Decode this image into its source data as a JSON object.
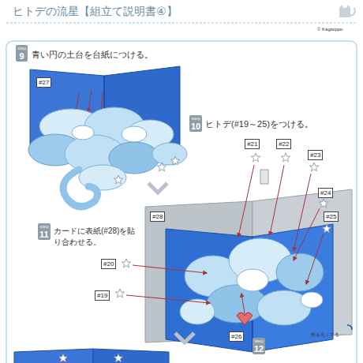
{
  "diagram": {
    "title": "ヒトデの流星【組立て説明書④】",
    "nodes": [
      {
        "text": [
          "step",
          "9"
        ]
      },
      {
        "text": [
          "#27"
        ]
      },
      {
        "text": [
          "step",
          "10"
        ]
      },
      {
        "text": [
          "#21"
        ]
      },
      {
        "text": [
          "#22"
        ]
      },
      {
        "text": [
          "#23"
        ]
      },
      {
        "text": [
          "#24"
        ]
      },
      {
        "text": [
          "#25"
        ]
      },
      {
        "text": [
          "step",
          "11"
        ]
      },
      {
        "text": [
          "#28"
        ]
      },
      {
        "text": [
          "#20"
        ]
      },
      {
        "text": [
          "#19"
        ]
      },
      {
        "text": [
          "#26"
        ]
      },
      {
        "text": [
          "step",
          "12"
        ]
      }
    ],
    "labels": [
      "© Kagisippo",
      "青い円の土台を台紙につける。",
      "ヒトデ(#19～25)をつける。",
      "カードに表紙(#28)を貼り合わせる。",
      "角を丸くする"
    ]
  }
}
